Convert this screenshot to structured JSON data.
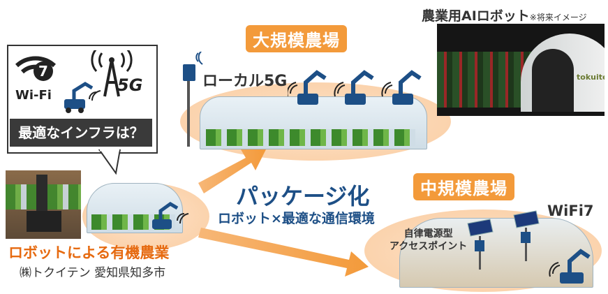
{
  "bubble": {
    "wifi_number": "7",
    "wifi_label": "Wi-Fi",
    "fiveg_label": "5G",
    "question": "最適なインフラは？"
  },
  "small_farm": {
    "title": "ロボットによる有機農業",
    "location": "㈱トクイテン 愛知県知多市"
  },
  "large_farm": {
    "title": "大規模農場",
    "local5g": "ローカル5G"
  },
  "mid_farm": {
    "title": "中規模農場",
    "wifi7": "WiFi7",
    "ap_label_1": "自律電源型",
    "ap_label_2": "アクセスポイント"
  },
  "package": {
    "title": "パッケージ化",
    "subtitle": "ロボット×最適な通信環境"
  },
  "ai_robot": {
    "title": "農業用AIロボット",
    "note": "※将来イメージ",
    "brand": "tokuiten"
  },
  "colors": {
    "accent_orange": "#f39a3a",
    "text_orange": "#e66a10",
    "dark_blue": "#1d4f86",
    "bubble_dark": "#3a3a3a"
  }
}
